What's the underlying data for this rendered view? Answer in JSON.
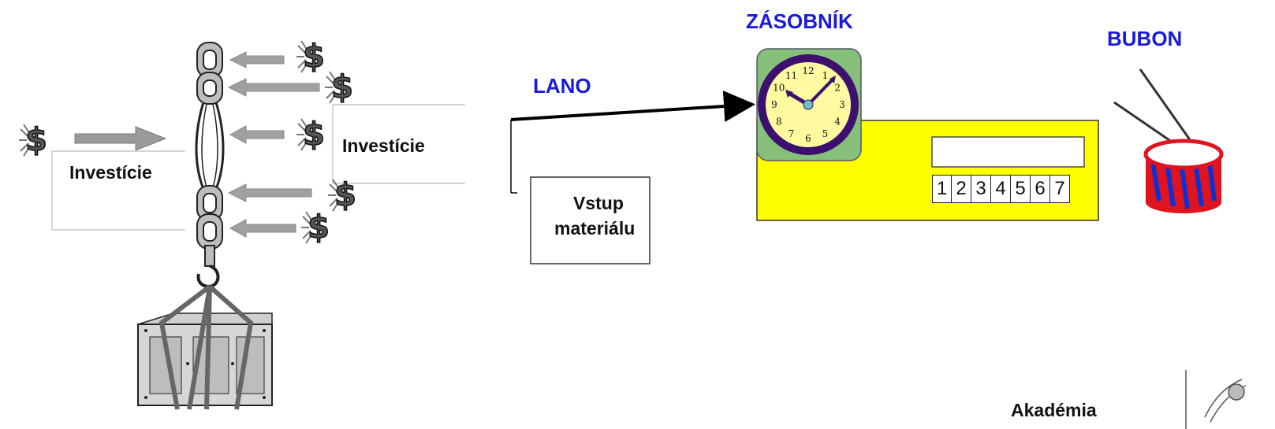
{
  "labels": {
    "investicie_left": "Investície",
    "investicie_right": "Investície",
    "lano": "LANO",
    "zasobnik": "ZÁSOBNÍK",
    "bubon": "BUBON",
    "vstup_line1": "Vstup",
    "vstup_line2": "materiálu",
    "akademia": "Akadémia"
  },
  "buffer_cells": [
    "1",
    "2",
    "3",
    "4",
    "5",
    "6",
    "7"
  ],
  "clock_numbers": [
    "12",
    "1",
    "2",
    "3",
    "4",
    "5",
    "6",
    "7",
    "8",
    "9",
    "10",
    "11"
  ],
  "colors": {
    "label_blue": "#1a1adc",
    "buffer_yellow": "#ffff00",
    "clock_face": "#fffaa0",
    "clock_rim": "#3d1070",
    "arrow_gray": "#8c8c8c",
    "drum_red": "#e0141e",
    "drum_blue": "#1030d0"
  },
  "icons": [
    "dollar-icon",
    "chain-icon",
    "crate-icon",
    "clock-icon",
    "drum-icon"
  ]
}
